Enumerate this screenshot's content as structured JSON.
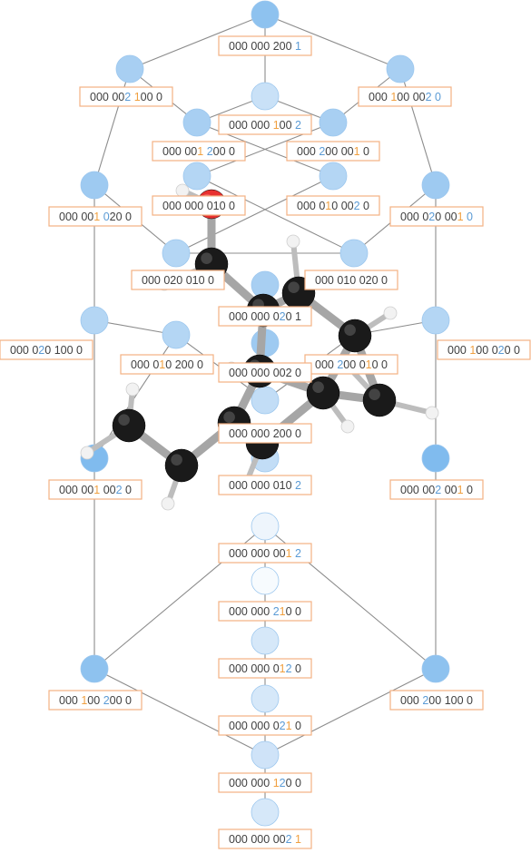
{
  "colors": {
    "digit_default": "#404040",
    "digit_orange": "#f0a040",
    "digit_blue": "#5b9bd5",
    "label_border": "#f4b183",
    "edge": "#8c8c8c",
    "carbon": "#1a1a1a",
    "hydrogen": "#f2f2f2",
    "oxygen": "#e8312f",
    "bond": "#a6a6a6"
  },
  "nodes": [
    {
      "id": "n1",
      "label": "000 000 200 1",
      "hl": {
        "11": "orange",
        "12": "blue"
      },
      "fill": "#8ec2ef"
    },
    {
      "id": "n2",
      "label": "000 002 100 0",
      "hl": {
        "6": "blue",
        "8": "orange"
      },
      "fill": "#a8cff2"
    },
    {
      "id": "n3",
      "label": "000 100 002 0",
      "hl": {
        "4": "orange",
        "10": "blue",
        "12": "blue"
      },
      "fill": "#a8cff2"
    },
    {
      "id": "n4",
      "label": "000 000 100 2",
      "hl": {
        "8": "orange",
        "12": "blue"
      },
      "fill": "#c9e1f7"
    },
    {
      "id": "n5",
      "label": "000 001 200 0",
      "hl": {
        "6": "orange",
        "8": "blue"
      },
      "fill": "#a8cff2"
    },
    {
      "id": "n6",
      "label": "000 200 001 0",
      "hl": {
        "4": "blue",
        "10": "orange"
      },
      "fill": "#a8cff2"
    },
    {
      "id": "n7",
      "label": "000 001 020 0",
      "hl": {
        "6": "orange",
        "8": "blue"
      },
      "fill": "#9ecaf1"
    },
    {
      "id": "n8",
      "label": "000 000 010 0",
      "hl": {},
      "fill": "#b4d6f4"
    },
    {
      "id": "n9",
      "label": "000 010 002 0",
      "hl": {
        "5": "orange",
        "10": "blue"
      },
      "fill": "#b4d6f4"
    },
    {
      "id": "n10",
      "label": "000 020 001 0",
      "hl": {
        "5": "blue",
        "10": "orange",
        "12": "blue"
      },
      "fill": "#9ecaf1"
    },
    {
      "id": "n11",
      "label": "000 020 010 0",
      "hl": {},
      "fill": "#b4d6f4"
    },
    {
      "id": "n12",
      "label": "000 010 020 0",
      "hl": {},
      "fill": "#b4d6f4"
    },
    {
      "id": "n13",
      "label": "000 000 020 1",
      "hl": {
        "9": "blue",
        "11": "orange"
      },
      "fill": "#a8cff2"
    },
    {
      "id": "n14",
      "label": "000 020 100 0",
      "hl": {
        "5": "blue",
        "7": "orange"
      },
      "fill": "#b4d6f4"
    },
    {
      "id": "n15",
      "label": "000 100 020 0",
      "hl": {
        "4": "orange",
        "9": "blue"
      },
      "fill": "#b4d6f4"
    },
    {
      "id": "n16",
      "label": "000 010 200 0",
      "hl": {
        "5": "orange",
        "7": "blue"
      },
      "fill": "#b4d6f4"
    },
    {
      "id": "n17",
      "label": "000 200 010 0",
      "hl": {
        "4": "blue",
        "9": "orange"
      },
      "fill": "#9ecaf1"
    },
    {
      "id": "n18",
      "label": "000 000 002 0",
      "hl": {},
      "fill": "#9ecaf1"
    },
    {
      "id": "n19",
      "label": "000 000 200 0",
      "hl": {},
      "fill": "#c2ddf6"
    },
    {
      "id": "n20",
      "label": "000 001 002 0",
      "hl": {
        "6": "orange",
        "10": "blue"
      },
      "fill": "#80bbee"
    },
    {
      "id": "n21",
      "label": "000 000 010 2",
      "hl": {
        "12": "blue"
      },
      "fill": "#c2ddf6"
    },
    {
      "id": "n22",
      "label": "000 002 001 0",
      "hl": {
        "6": "blue",
        "10": "orange"
      },
      "fill": "#80bbee"
    },
    {
      "id": "n23",
      "label": "000 000 001 2",
      "hl": {
        "10": "orange",
        "12": "blue"
      },
      "fill": "#eef5fc"
    },
    {
      "id": "n24",
      "label": "000 000 210 0",
      "hl": {
        "8": "blue",
        "9": "orange"
      },
      "fill": "#f7fbfe"
    },
    {
      "id": "n25",
      "label": "000 000 012 0",
      "hl": {
        "9": "orange",
        "10": "blue"
      },
      "fill": "#d6e8f9"
    },
    {
      "id": "n26",
      "label": "000 100 200 0",
      "hl": {
        "4": "orange",
        "8": "blue"
      },
      "fill": "#8ec2ef"
    },
    {
      "id": "n27",
      "label": "000 200 100 0",
      "hl": {
        "4": "blue",
        "7": "orange"
      },
      "fill": "#8ec2ef"
    },
    {
      "id": "n28",
      "label": "000 000 021 0",
      "hl": {
        "9": "blue",
        "10": "orange"
      },
      "fill": "#d6e8f9"
    },
    {
      "id": "n29",
      "label": "000 000 120 0",
      "hl": {
        "8": "orange",
        "9": "blue"
      },
      "fill": "#cfe3f8"
    },
    {
      "id": "n30",
      "label": "000 000 002 1",
      "hl": {
        "10": "blue",
        "12": "orange"
      },
      "fill": "#d6e8f9"
    }
  ]
}
